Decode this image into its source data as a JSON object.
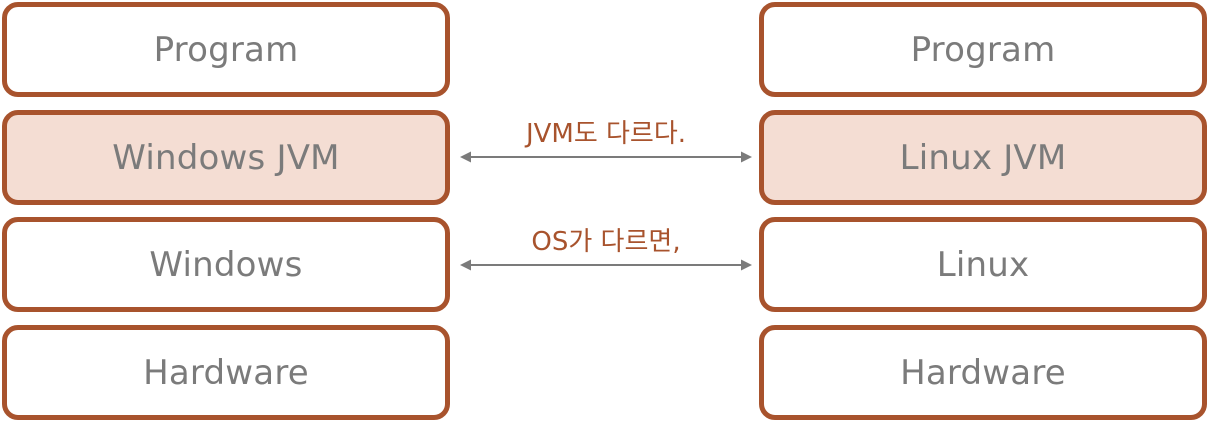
{
  "left_stack": {
    "program": "Program",
    "jvm": "Windows JVM",
    "os": "Windows",
    "hardware": "Hardware"
  },
  "right_stack": {
    "program": "Program",
    "jvm": "Linux JVM",
    "os": "Linux",
    "hardware": "Hardware"
  },
  "arrows": {
    "jvm_label": "JVM도 다르다.",
    "os_label": "OS가 다르면,"
  },
  "colors": {
    "border": "#a8532d",
    "highlight_fill": "#f4ddd3",
    "box_text": "#7b7b7b",
    "arrow": "#7b7b7b",
    "arrow_label": "#a8532d"
  }
}
